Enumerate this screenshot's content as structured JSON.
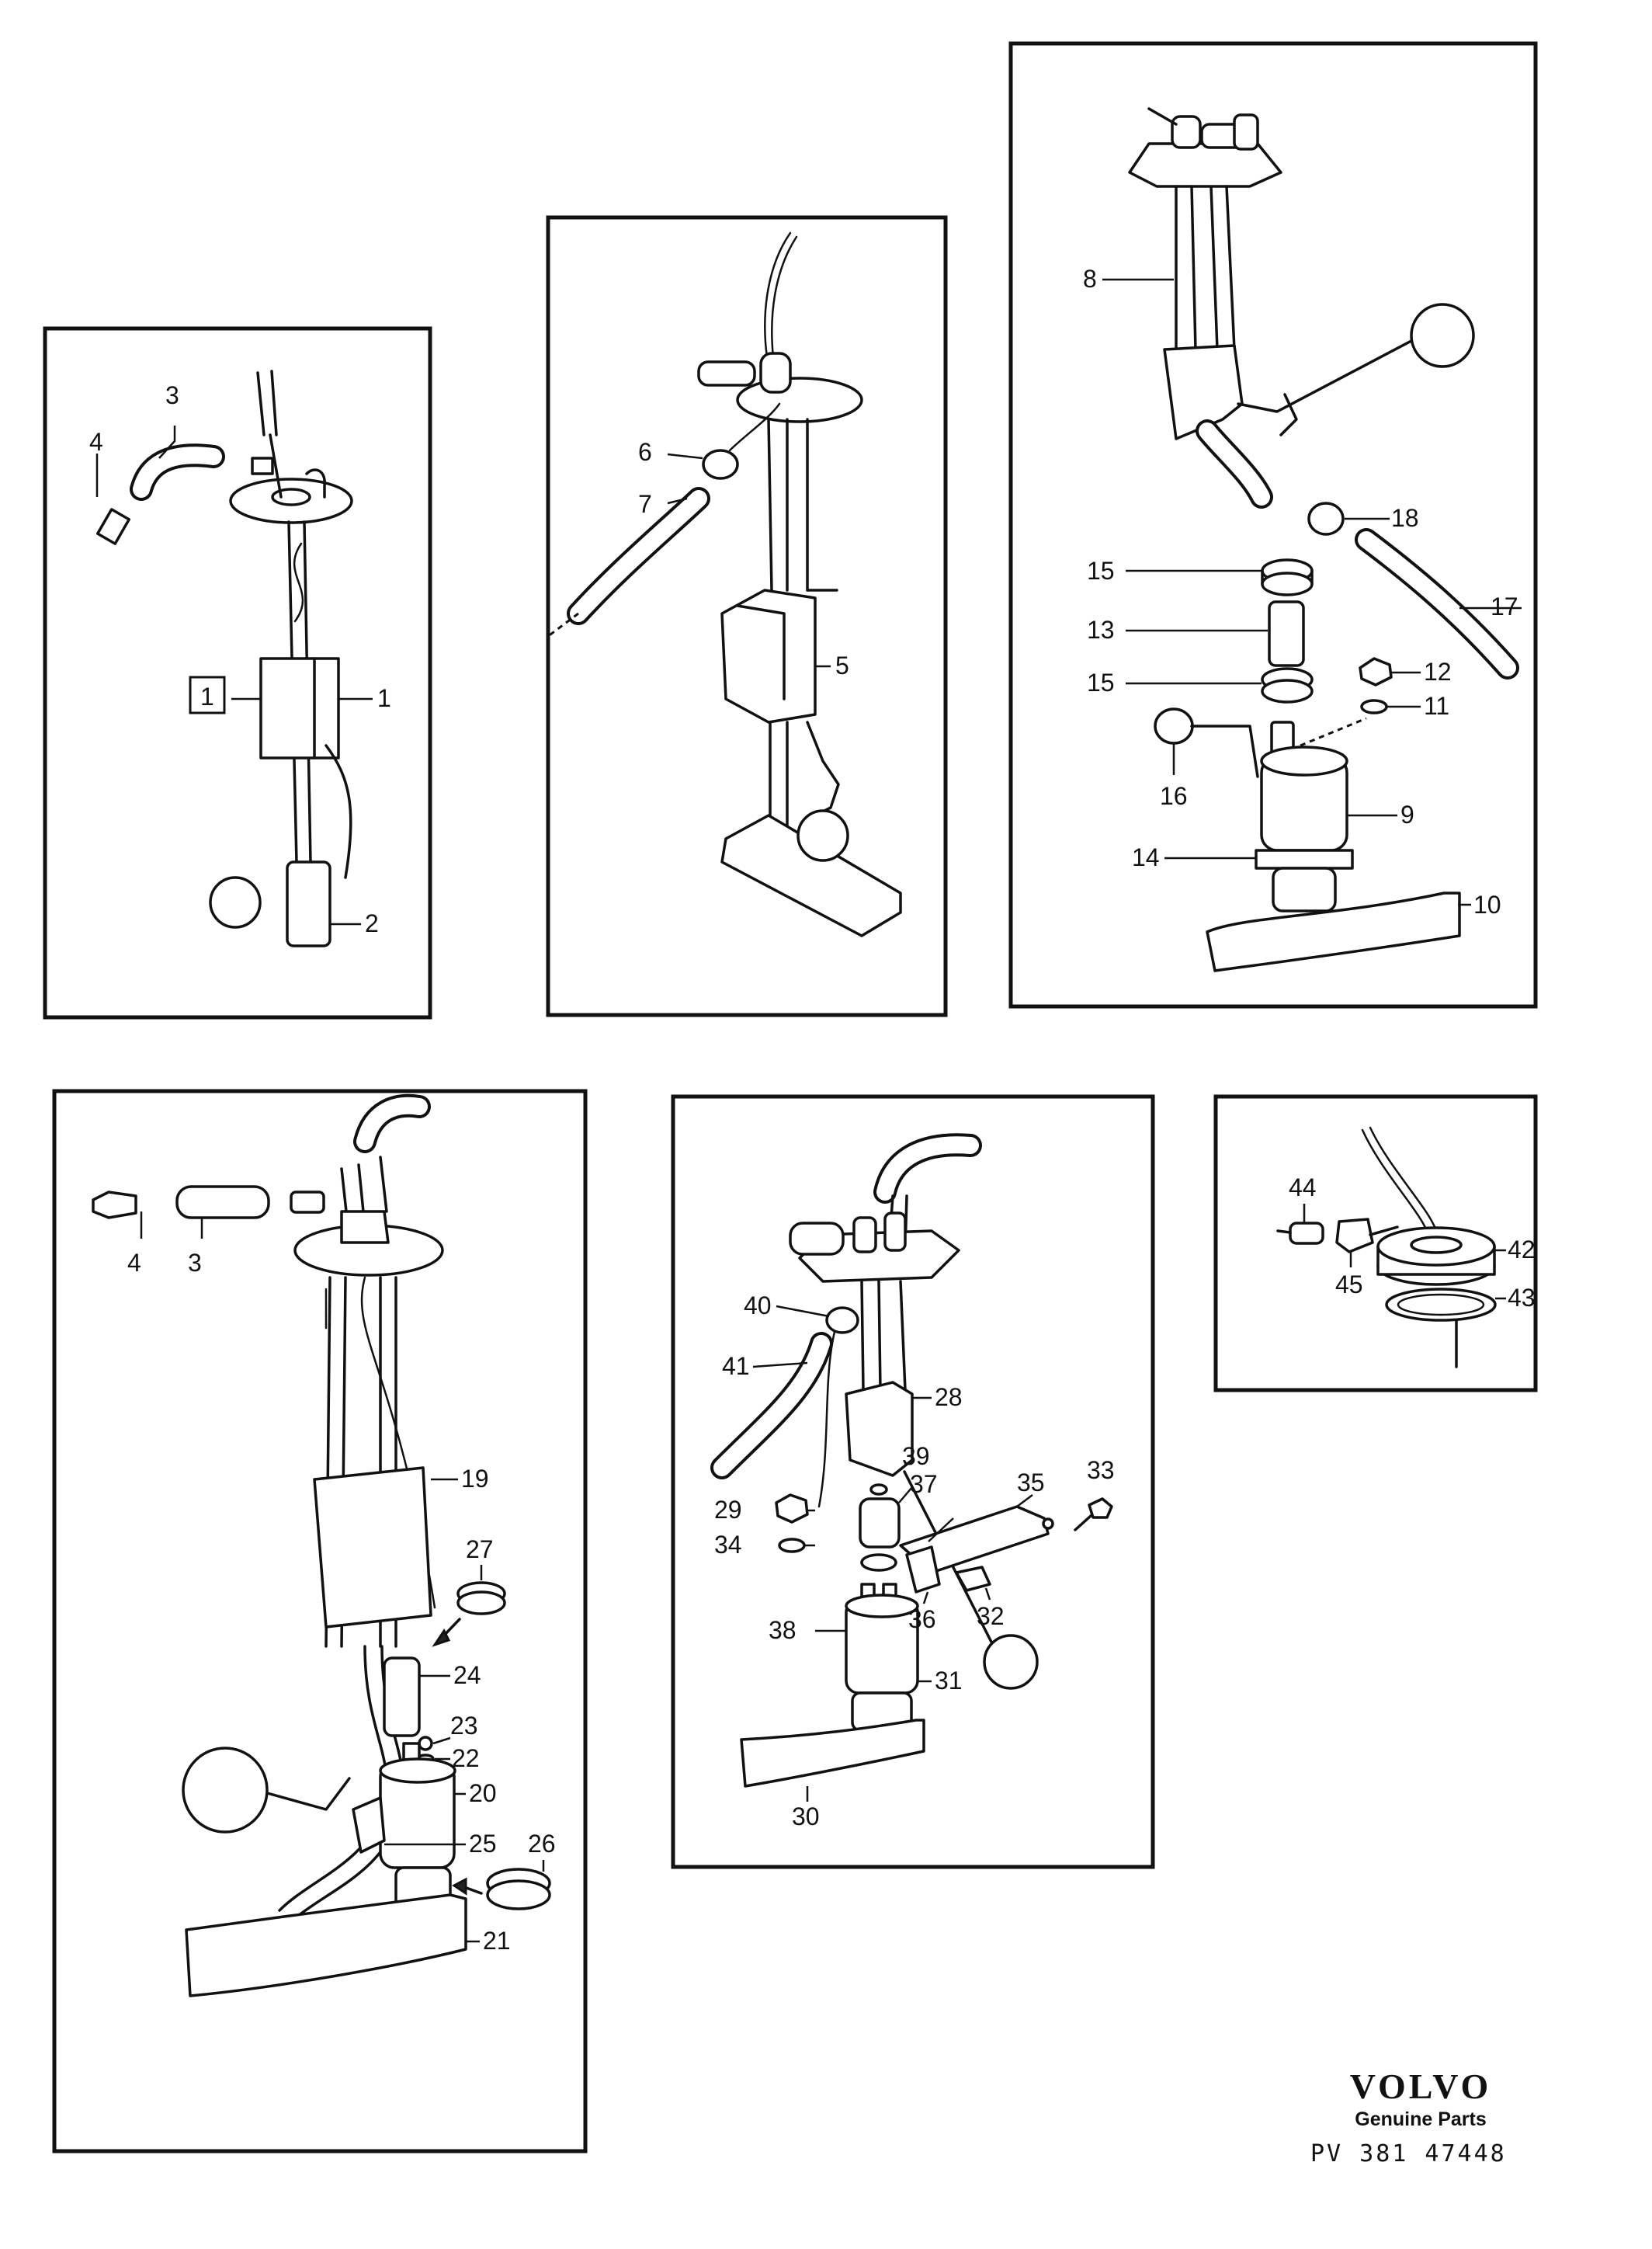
{
  "panels": [
    {
      "id": "panel-1",
      "callouts": [
        "3",
        "4",
        "1",
        "1",
        "2"
      ]
    },
    {
      "id": "panel-2",
      "callouts": [
        "6",
        "7",
        "5"
      ]
    },
    {
      "id": "panel-3",
      "callouts": [
        "8",
        "18",
        "15",
        "17",
        "13",
        "12",
        "15",
        "11",
        "16",
        "9",
        "14",
        "10"
      ]
    },
    {
      "id": "panel-4",
      "callouts": [
        "4",
        "3",
        "19",
        "27",
        "24",
        "23",
        "22",
        "20",
        "26",
        "25",
        "21"
      ]
    },
    {
      "id": "panel-5",
      "callouts": [
        "40",
        "41",
        "28",
        "39",
        "37",
        "35",
        "33",
        "29",
        "34",
        "36",
        "32",
        "38",
        "31",
        "30"
      ]
    },
    {
      "id": "panel-6",
      "callouts": [
        "44",
        "42",
        "45",
        "43"
      ]
    }
  ],
  "footer": {
    "brand": "VOLVO",
    "subtitle": "Genuine Parts",
    "reference": "PV 381 47448"
  }
}
